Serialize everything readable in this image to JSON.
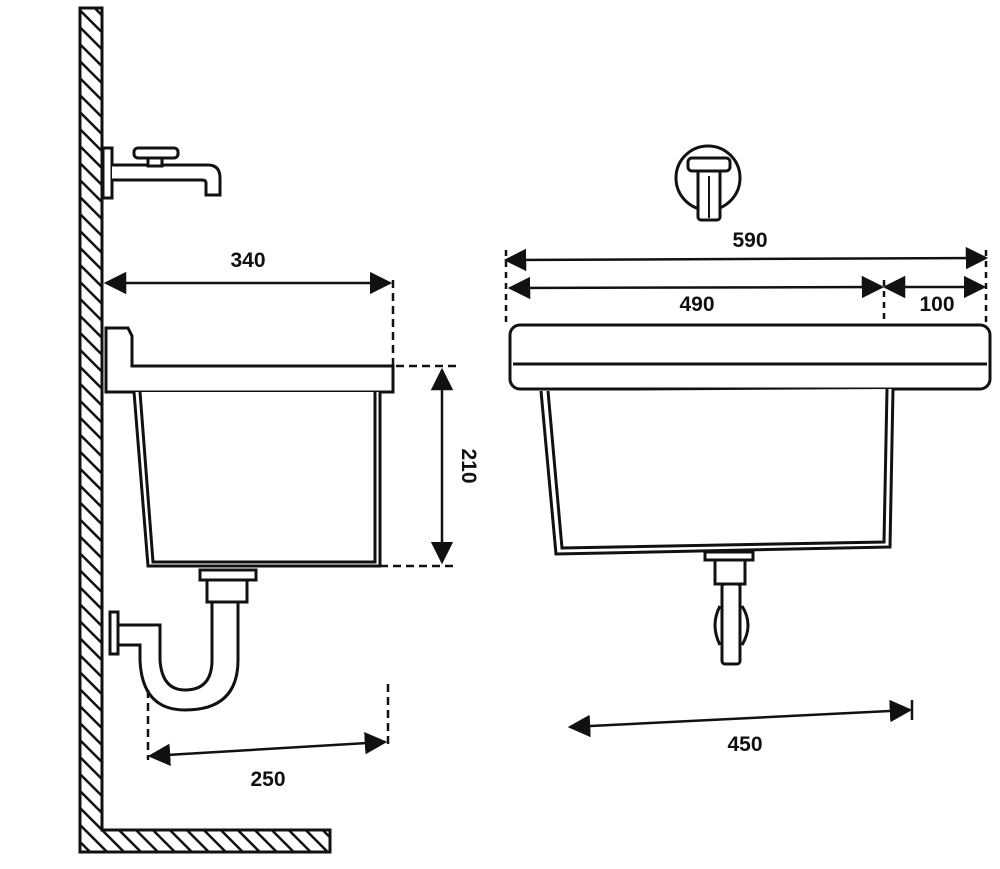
{
  "colors": {
    "ink": "#111111",
    "paper": "#ffffff"
  },
  "side_view": {
    "dim_top_width": "340",
    "dim_height": "210",
    "dim_trap_offset": "250"
  },
  "front_view": {
    "dim_overall_width": "590",
    "dim_bowl_width": "490",
    "dim_ledge_width": "100",
    "dim_base_width": "450"
  }
}
